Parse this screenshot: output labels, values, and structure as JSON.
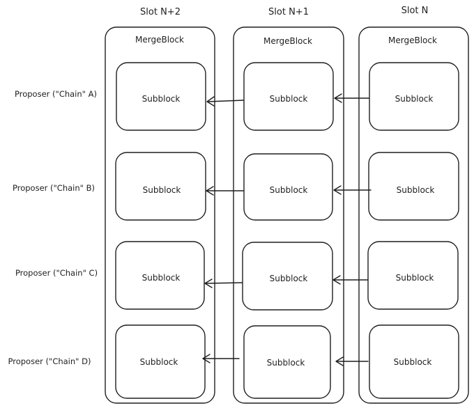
{
  "slots": [
    {
      "label": "Slot N+2",
      "merge_block": "MergeBlock"
    },
    {
      "label": "Slot N+1",
      "merge_block": "MergeBlock"
    },
    {
      "label": "Slot N",
      "merge_block": "MergeBlock"
    }
  ],
  "proposers": [
    "Proposer (\"Chain\" A)",
    "Proposer (\"Chain\" B)",
    "Proposer (\"Chain\" C)",
    "Proposer (\"Chain\" D)"
  ],
  "subblock_label": "Subblock"
}
